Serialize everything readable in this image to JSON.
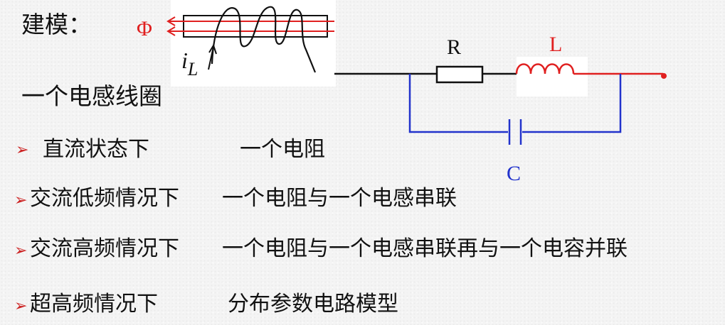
{
  "heading": "建模：",
  "subheading": "一个电感线圈",
  "coil": {
    "flux_symbol": "Φ",
    "current_symbol": "i",
    "current_subscript": "L"
  },
  "circuit": {
    "resistor_label": "R",
    "inductor_label": "L",
    "capacitor_label": "C"
  },
  "items": [
    {
      "label": "直流状态下",
      "value": "一个电阻"
    },
    {
      "label": "交流低频情况下",
      "value": "一个电阻与一个电感串联"
    },
    {
      "label": "交流高频情况下",
      "value": "一个电阻与一个电感串联再与一个电容并联"
    },
    {
      "label": "超高频情况下",
      "value": "分布参数电路模型"
    }
  ],
  "colors": {
    "bullet": "#cc2222",
    "flux": "#e02020",
    "inductor": "#e02020",
    "capacitor_branch": "#2233cc",
    "capacitor_label": "#2233cc",
    "wire": "#111111"
  },
  "bullet_icon": "triangle-right-icon"
}
